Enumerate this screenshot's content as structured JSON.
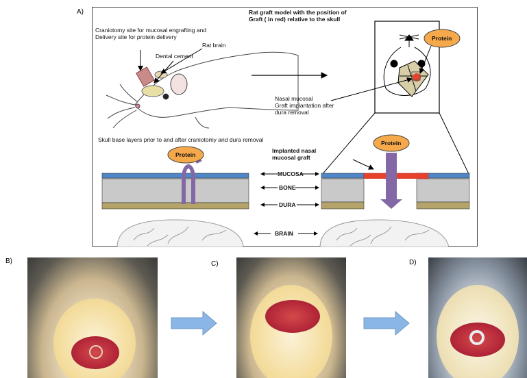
{
  "panel_labels": {
    "a": "A)",
    "b": "B)",
    "c": "C)",
    "d": "D)"
  },
  "title": "Rat graft model with the position of\nGraft ( in red) relative to the  skull",
  "labels": {
    "craniotomy": "Craniotomy site for mucosal engrafting and\nDelivery site for protein delivery",
    "rat_brain": "Rat brain",
    "dental_cement": "Dental cement",
    "nasal_mucosal": "Nasal mucosal\nGraft implantation after\ndura removal",
    "protein_top": "Protein",
    "skull_base": "Skull base layers prior to and after craniotomy and dura removal",
    "implanted": "Implanted nasal\nmucosal graft",
    "protein_left": "Protein",
    "protein_right": "Protein",
    "mucosa": "MUCOSA",
    "bone": "BONE",
    "dura": "DURA",
    "brain": "BRAIN"
  },
  "colors": {
    "protein_fill": "#f5a94a",
    "mucosa": "#4f87c8",
    "bone": "#c9c9c9",
    "dura": "#b5a46a",
    "graft": "#e8412b",
    "arrow_purple": "#8468a6",
    "flow_arrow": "#8ab6e6"
  }
}
